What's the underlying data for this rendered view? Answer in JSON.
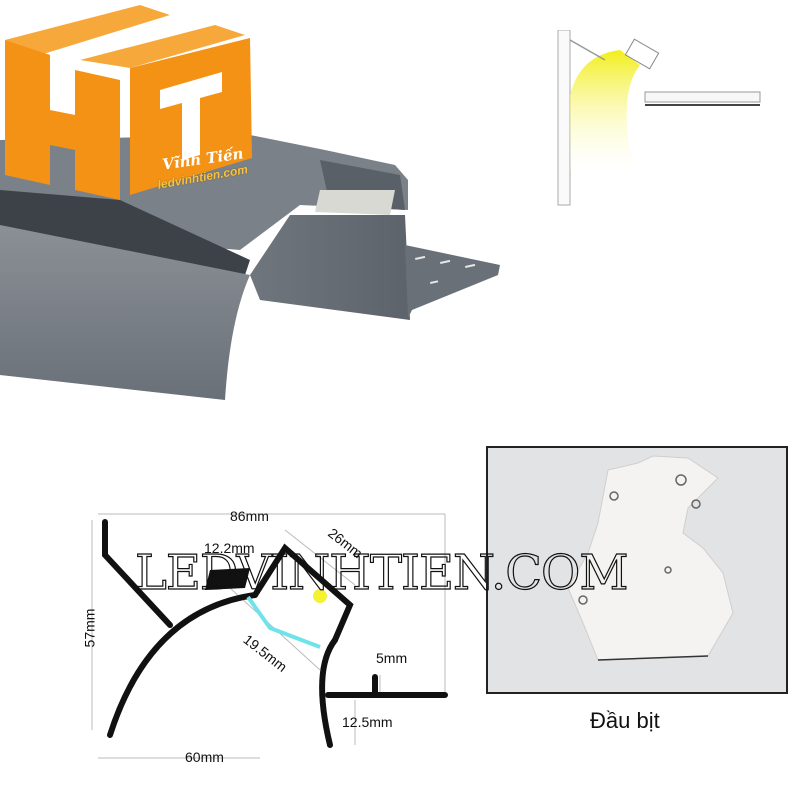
{
  "logo": {
    "letters": [
      "H",
      "T"
    ],
    "brand_name": "Vĩnh Tiến",
    "url_text": "ledvinhtien.com",
    "color": "#f39214"
  },
  "product_render": {
    "description": "Gray aluminum LED cove profile 3D render",
    "color": "#6e747c"
  },
  "light_diagram": {
    "description": "Wall-ceiling cove lighting installation cross-section",
    "light_color": "#f5f232"
  },
  "cross_section": {
    "dimensions": {
      "total_width": "86mm",
      "height": "57mm",
      "bottom_width": "60mm",
      "channel_width": "12.2mm",
      "channel_depth": "26mm",
      "diffuser_width": "19.5mm",
      "lip_height": "5mm",
      "flange_height": "12.5mm"
    },
    "diffuser_color": "#6fe3e8",
    "led_color": "#f5f232"
  },
  "watermark": {
    "text": "LEDVINHTIEN.COM"
  },
  "end_cap": {
    "caption": "Đầu bịt",
    "background": "#e2e3e4"
  }
}
